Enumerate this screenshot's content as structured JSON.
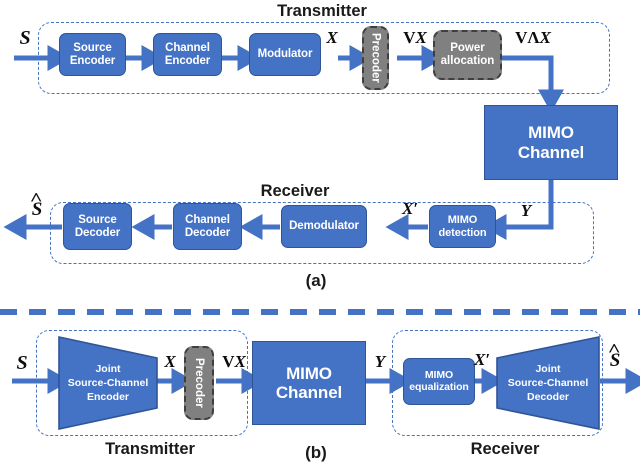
{
  "figure": {
    "panel_a_label": "(a)",
    "panel_b_label": "(b)"
  },
  "colors": {
    "block_fill": "#4472C4",
    "block_border": "#2F5597",
    "precoder_fill": "#808080",
    "precoder_border": "#3F3F3F",
    "arrow": "#4472C4",
    "group_dash": "#4472C4",
    "text_dark": "#1a1a1a"
  },
  "panel_a": {
    "transmitter_title": "Transmitter",
    "receiver_title": "Receiver",
    "tx_blocks": [
      {
        "id": "source-encoder",
        "line1": "Source",
        "line2": "Encoder"
      },
      {
        "id": "channel-encoder",
        "line1": "Channel",
        "line2": "Encoder"
      },
      {
        "id": "modulator",
        "line1": "Modulator",
        "line2": ""
      },
      {
        "id": "power-allocation",
        "line1": "Power",
        "line2": "allocation"
      }
    ],
    "precoder_label": "Precoder",
    "channel_block": {
      "line1": "MIMO",
      "line2": "Channel"
    },
    "rx_blocks": [
      {
        "id": "mimo-detection",
        "line1": "MIMO",
        "line2": "detection"
      },
      {
        "id": "demodulator",
        "line1": "Demodulator",
        "line2": ""
      },
      {
        "id": "channel-decoder",
        "line1": "Channel",
        "line2": "Decoder"
      },
      {
        "id": "source-decoder",
        "line1": "Source",
        "line2": "Decoder"
      }
    ],
    "signals": {
      "input": "S",
      "after_modulator": "X",
      "after_precoder_v": "V",
      "after_precoder_x": "X",
      "after_power_v": "V",
      "after_power_lambda": "Λ",
      "after_power_x": "X",
      "channel_out": "Y",
      "after_detection": "X′",
      "output": "S"
    }
  },
  "panel_b": {
    "transmitter_title": "Transmitter",
    "receiver_title": "Receiver",
    "encoder": {
      "line1": "Joint",
      "line2": "Source-Channel",
      "line3": "Encoder"
    },
    "decoder": {
      "line1": "Joint",
      "line2": "Source-Channel",
      "line3": "Decoder"
    },
    "precoder_label": "Precoder",
    "channel_block": {
      "line1": "MIMO",
      "line2": "Channel"
    },
    "equalization": {
      "line1": "MIMO",
      "line2": "equalization"
    },
    "signals": {
      "input": "S",
      "after_encoder": "X",
      "after_precoder_v": "V",
      "after_precoder_x": "X",
      "channel_out": "Y",
      "after_equalization": "X′",
      "output": "S"
    }
  }
}
